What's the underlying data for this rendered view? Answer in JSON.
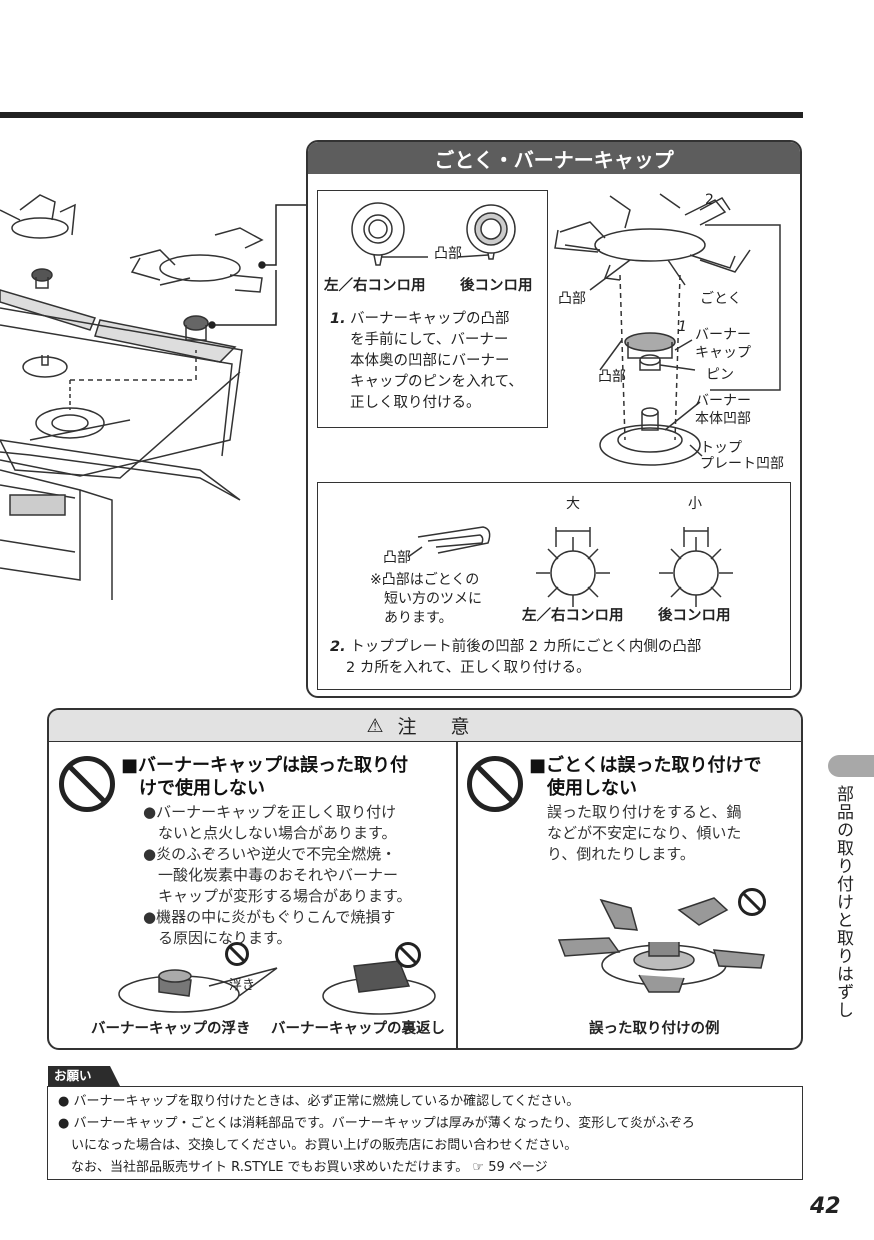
{
  "section_title": "ごとく・バーナーキャップ",
  "labels": {
    "convex": "凸部",
    "left_right": "左／右コンロ用",
    "rear": "後コンロ用",
    "num1": "1",
    "num2": "2",
    "gotoku": "ごとく",
    "burner_cap": [
      "バーナー",
      "キャップ"
    ],
    "pin": "ピン",
    "burner_body": [
      "バーナー",
      "本体凹部"
    ],
    "top_plate": [
      "トップ",
      "プレート凹部"
    ],
    "big": "大",
    "small": "小",
    "note": [
      "※凸部はごとくの",
      "短い方のツメに",
      "あります。"
    ]
  },
  "step1": {
    "num": "1.",
    "lines": [
      "バーナーキャップの凸部",
      "を手前にして、バーナー",
      "本体奥の凹部にバーナー",
      "キャップのピンを入れて、",
      "正しく取り付ける。"
    ]
  },
  "step2": {
    "num": "2.",
    "lines": [
      "トッププレート前後の凹部 2 カ所にごとく内側の凸部",
      "2 カ所を入れて、正しく取り付ける。"
    ]
  },
  "caution": {
    "heading": "注 意",
    "left": {
      "title": [
        "■バーナーキャップは誤った取り付",
        "けで使用しない"
      ],
      "bullets": [
        [
          "●バーナーキャップを正しく取り付け",
          "ないと点火しない場合があります。"
        ],
        [
          "●炎のふぞろいや逆火で不完全燃焼・",
          "一酸化炭素中毒のおそれやバーナー",
          "キャップが変形する場合があります。"
        ],
        [
          "●機器の中に炎がもぐりこんで焼損す",
          "る原因になります。"
        ]
      ],
      "float_label": "浮き",
      "caption_float": "バーナーキャップの浮き",
      "caption_reverse": "バーナーキャップの裏返し"
    },
    "right": {
      "title": [
        "■ごとくは誤った取り付けで",
        "使用しない"
      ],
      "body": [
        "誤った取り付けをすると、鍋",
        "などが不安定になり、傾いた",
        "り、倒れたりします。"
      ],
      "caption": "誤った取り付けの例"
    }
  },
  "request": {
    "label": "お願い",
    "lines": [
      "● バーナーキャップを取り付けたときは、必ず正常に燃焼しているか確認してください。",
      "● バーナーキャップ・ごとくは消耗部品です。バーナーキャップは厚みが薄くなったり、変形して炎がふぞろ",
      "いになった場合は、交換してください。お買い上げの販売店にお問い合わせください。",
      "なお、当社部品販売サイト R.STYLE でもお買い求めいただけます。"
    ],
    "ref": "☞ 59 ページ"
  },
  "side_tab": "部品の取り付けと取りはずし",
  "page_number": "42"
}
